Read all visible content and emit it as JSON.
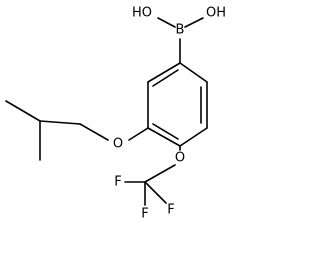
{
  "molecule": {
    "atoms": {
      "boron": "B",
      "hydroxyl_left": "HO",
      "hydroxyl_right": "OH",
      "ether_oxygen": "O",
      "ocf3_oxygen": "O",
      "fluorine_left": "F",
      "fluorine_right": "F",
      "fluorine_bottom": "F"
    }
  }
}
